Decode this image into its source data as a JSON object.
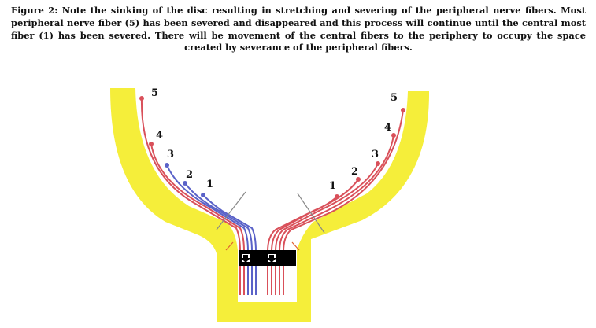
{
  "caption": "Figure 2: Note the sinking of the disc resulting in stretching and severing of the peripheral nerve fibers. Most peripheral nerve fiber (5) has been severed and disappeared and this process will continue until the central most fiber (1) has been severed. There will be movement of the central fibers to the periphery to occupy the space created by severance of the peripheral fibers.",
  "figure": {
    "left_labels": [
      "5",
      "4",
      "3",
      "2",
      "1"
    ],
    "right_labels": [
      "1",
      "2",
      "3",
      "4",
      "5"
    ],
    "colors": {
      "bone": "#f5ee3a",
      "fiber_red": "#d9505a",
      "fiber_blue": "#5a62c8",
      "disc": "#000000"
    }
  }
}
